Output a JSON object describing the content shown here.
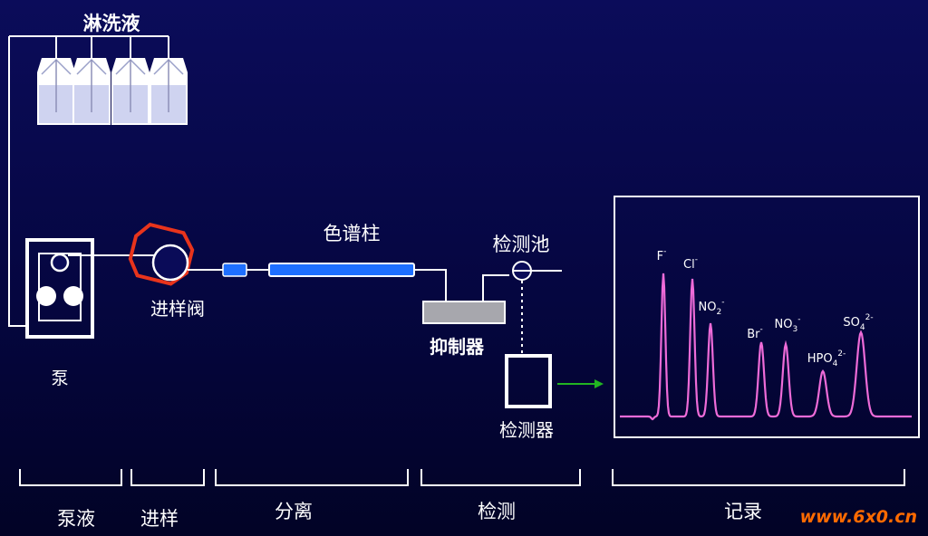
{
  "labels": {
    "eluent": "淋洗液",
    "pump": "泵",
    "injection_valve": "进样阀",
    "column": "色谱柱",
    "suppressor": "抑制器",
    "detection_cell": "检测池",
    "detector": "检测器"
  },
  "stages": [
    "泵液",
    "进样",
    "分离",
    "检测",
    "记录"
  ],
  "peaks": [
    {
      "ion": "F",
      "sup": "-",
      "sub": ""
    },
    {
      "ion": "Cl",
      "sup": "-",
      "sub": ""
    },
    {
      "ion": "NO",
      "sub": "2",
      "sup": "-"
    },
    {
      "ion": "Br",
      "sup": "-",
      "sub": ""
    },
    {
      "ion": "NO",
      "sub": "3",
      "sup": "-"
    },
    {
      "ion": "HPO",
      "sub": "4",
      "sup": "2-"
    },
    {
      "ion": "SO",
      "sub": "4",
      "sup": "2-"
    }
  ],
  "watermark": "www.6x0.cn",
  "colors": {
    "line": "#ffffff",
    "column": "#1e6fff",
    "valve": "#e8341c",
    "trace": "#ee6bd8",
    "arrow": "#22b522",
    "suppressor": "#a7a7ad",
    "watermark": "#ff6a00"
  }
}
